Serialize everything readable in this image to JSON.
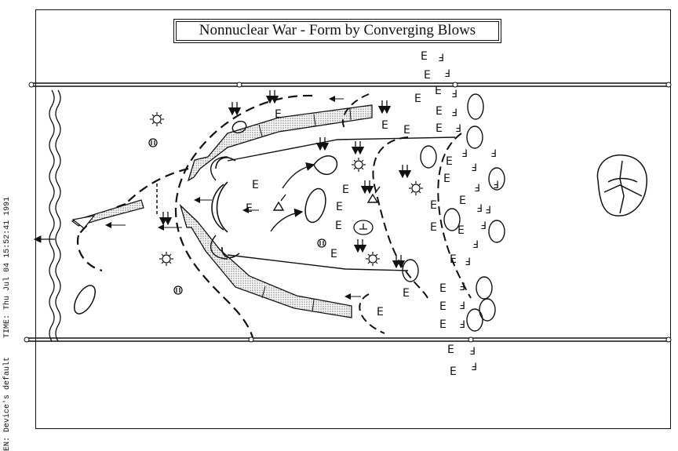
{
  "title": "Nonnuclear War - Form by Converging Blows",
  "print_info": {
    "screen_label": "EN: Device's default",
    "time_label": "TIME: Thu Jul 04 15:52:41 1991"
  },
  "symbols": {
    "unit": "⦀",
    "unit_alt": "Ε",
    "unit_flag": "Ⅎ"
  },
  "colors": {
    "ink": "#111111",
    "paper": "#ffffff",
    "hatch": "#8a8a8a"
  }
}
